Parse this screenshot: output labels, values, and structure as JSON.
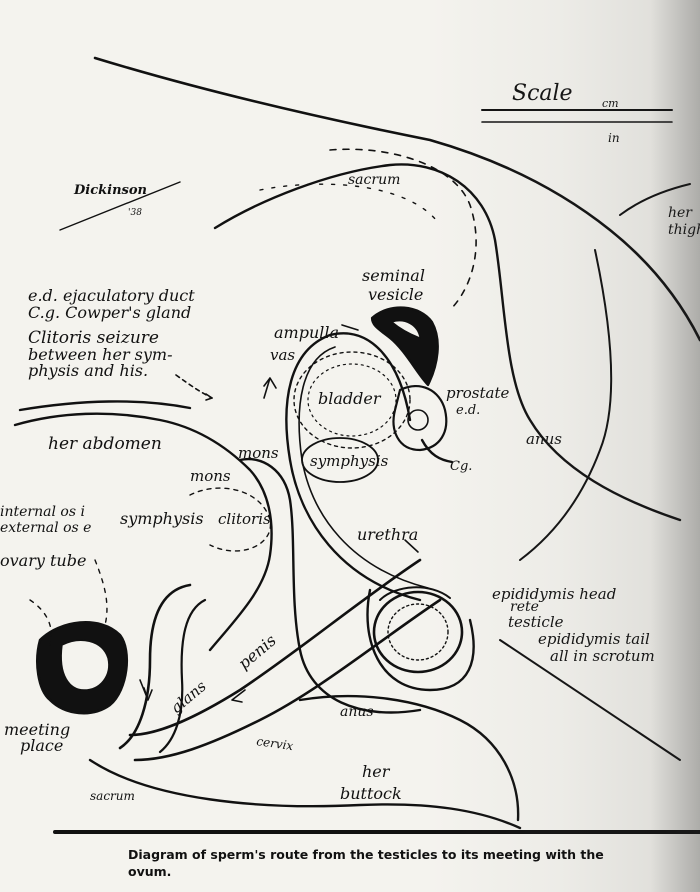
{
  "scale": {
    "title": "Scale",
    "unit_cm": "cm",
    "unit_in": "in"
  },
  "signature": {
    "name": "Dickinson",
    "year": "'38"
  },
  "legend": {
    "line1": "e.d. ejaculatory duct",
    "line2": "C.g. Cowper's gland",
    "line3": "Clitoris seizure",
    "line4": "between her sym-",
    "line5": "physis and his."
  },
  "labels": {
    "sacrum_top": "sacrum",
    "her_thigh_1": "her",
    "her_thigh_2": "thigh",
    "seminal_1": "seminal",
    "seminal_2": "vesicle",
    "ampulla": "ampulla",
    "vas": "vas",
    "bladder": "bladder",
    "prostate": "prostate",
    "ed": "e.d.",
    "anus_his": "anus",
    "symphysis_his": "symphysis",
    "cg": "Cg.",
    "her_abdomen": "her abdomen",
    "mons_his": "mons",
    "mons_her": "mons",
    "internal_os": "internal os i",
    "external_os": "external os e",
    "symphysis_her": "symphysis",
    "clitoris": "clitoris",
    "urethra": "urethra",
    "ovary_tube": "ovary tube",
    "epididymis_head": "epididymis head",
    "rete": "rete",
    "testicle": "testicle",
    "epididymis_tail": "epididymis tail",
    "all_in_scrotum": "all in scrotum",
    "penis": "penis",
    "glans": "glans",
    "meeting_1": "meeting",
    "meeting_2": "place",
    "anus_her": "anus",
    "cervix": "cervix",
    "sacrum_her": "sacrum",
    "her_buttock_1": "her",
    "her_buttock_2": "buttock"
  },
  "caption": "Diagram of sperm's route from the testicles to its meeting with the ovum."
}
